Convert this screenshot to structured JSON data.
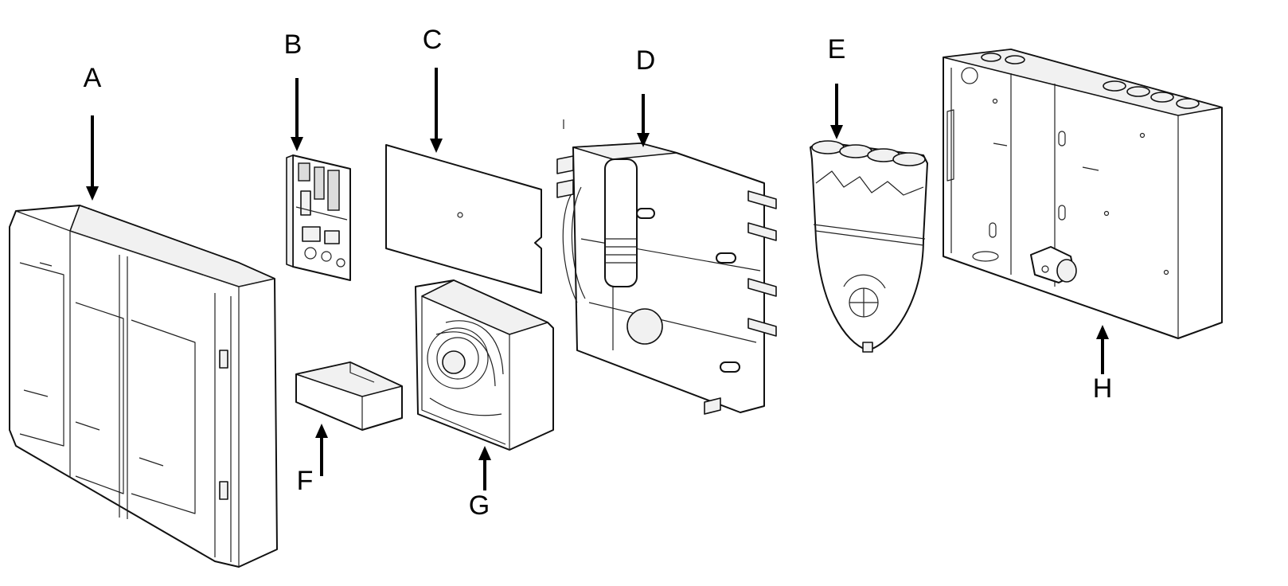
{
  "labels": {
    "A": "A",
    "B": "B",
    "C": "C",
    "D": "D",
    "E": "E",
    "F": "F",
    "G": "G",
    "H": "H"
  },
  "colors": {
    "line": "#111111",
    "background": "#ffffff"
  }
}
